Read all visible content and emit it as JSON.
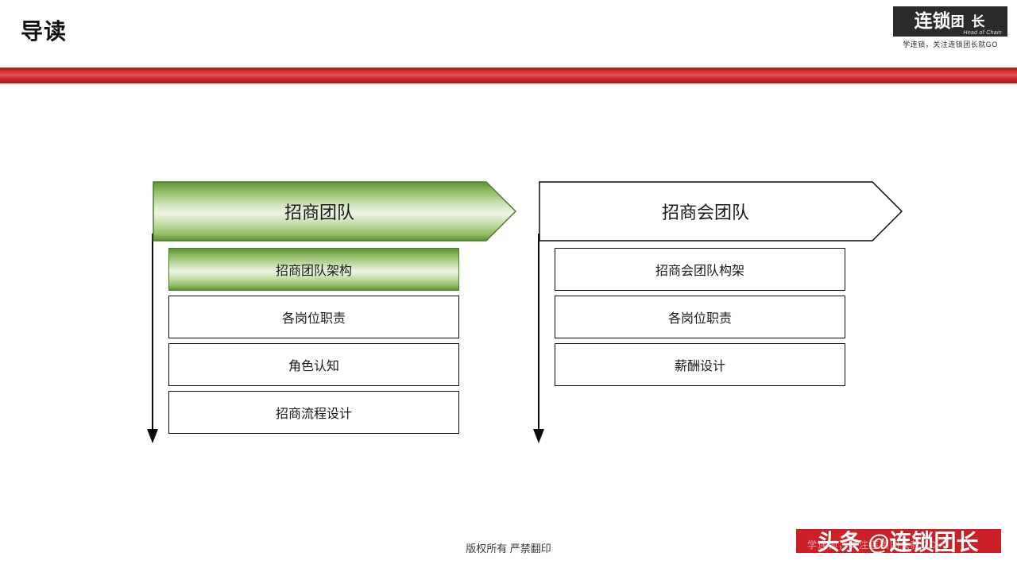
{
  "slide": {
    "title": "导读",
    "footer_note": "版权所有  严禁翻印"
  },
  "logo": {
    "main_left": "连锁",
    "main_right": "团 长",
    "english": "Head of Chain",
    "tagline": "学连锁，关注连锁团长就GO"
  },
  "colors": {
    "accent_red": "#cc1f26",
    "banner_green": "#5e9135",
    "logo_black": "#2b2b2b",
    "box_border": "#0b0b0b"
  },
  "columns": [
    {
      "banner_label": "招商团队",
      "banner_style": "green",
      "items": [
        {
          "label": "招商团队架构",
          "highlighted": true
        },
        {
          "label": "各岗位职责",
          "highlighted": false
        },
        {
          "label": "角色认知",
          "highlighted": false
        },
        {
          "label": "招商流程设计",
          "highlighted": false
        }
      ]
    },
    {
      "banner_label": "招商会团队",
      "banner_style": "white",
      "items": [
        {
          "label": "招商会团队构架",
          "highlighted": false
        },
        {
          "label": "各岗位职责",
          "highlighted": false
        },
        {
          "label": "薪酬设计",
          "highlighted": false
        }
      ]
    }
  ],
  "watermark": {
    "text": "头条 @连锁团长",
    "faint_text": "学连锁，关注连锁团长就GO"
  }
}
